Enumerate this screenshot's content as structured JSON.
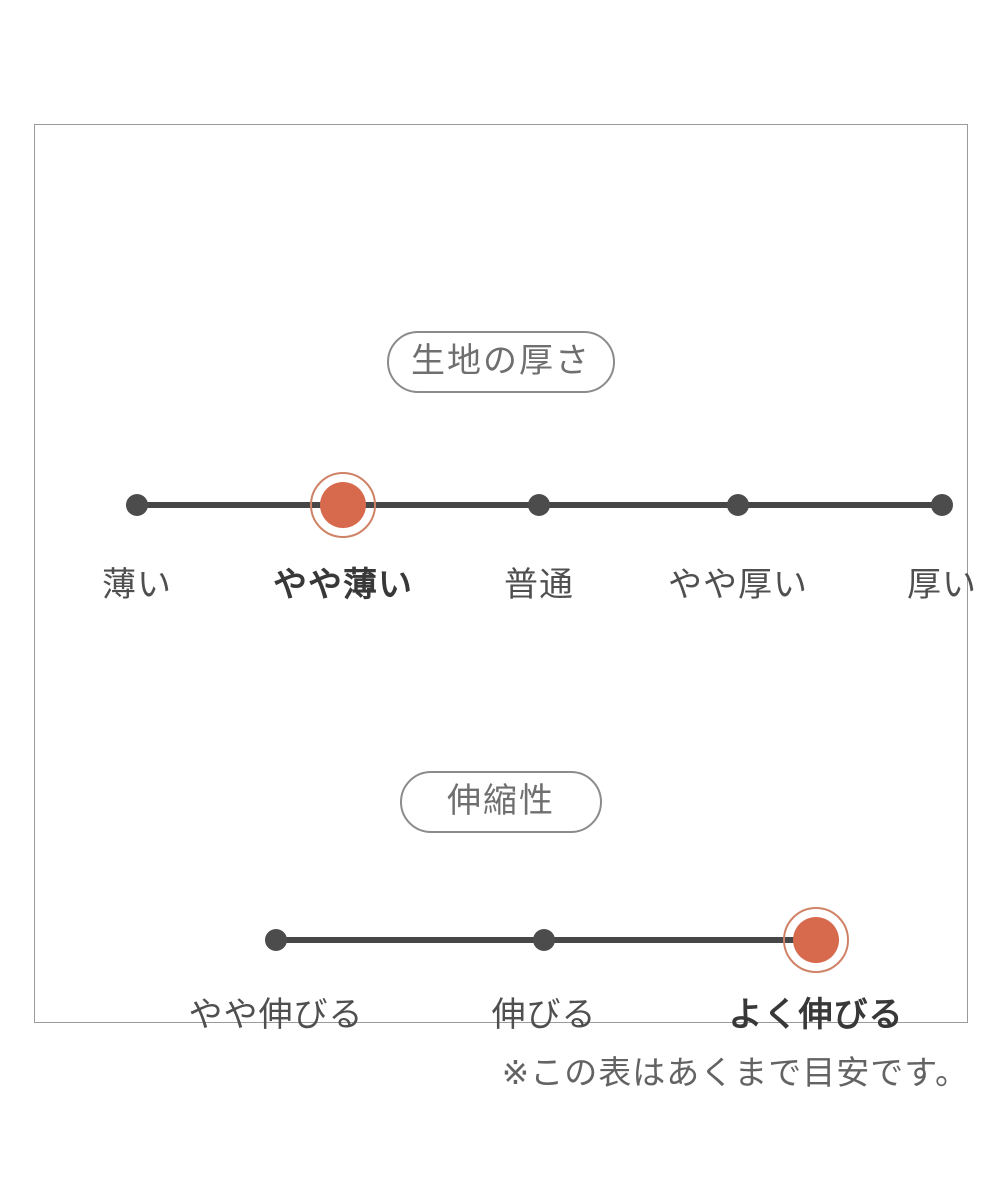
{
  "note": "※この表はあくまで目安です。",
  "colors": {
    "accent": "#d7694d",
    "accent_ring": "#cf8266",
    "track": "#474747",
    "dot": "#4c4c4c",
    "label": "#4f4f4f",
    "pill_border": "#8b8b8b",
    "pill_text": "#6f6f6f",
    "frame_border": "#9b9b9b",
    "note_text": "#636363"
  },
  "chart_data": [
    {
      "type": "scale",
      "title": "生地の厚さ",
      "categories": [
        "薄い",
        "やや薄い",
        "普通",
        "やや厚い",
        "厚い"
      ],
      "selected": "やや薄い",
      "selected_index": 1,
      "num_points": 5
    },
    {
      "type": "scale",
      "title": "伸縮性",
      "categories": [
        "やや伸びる",
        "伸びる",
        "よく伸びる"
      ],
      "selected": "よく伸びる",
      "selected_index": 2,
      "num_points": 3
    }
  ]
}
